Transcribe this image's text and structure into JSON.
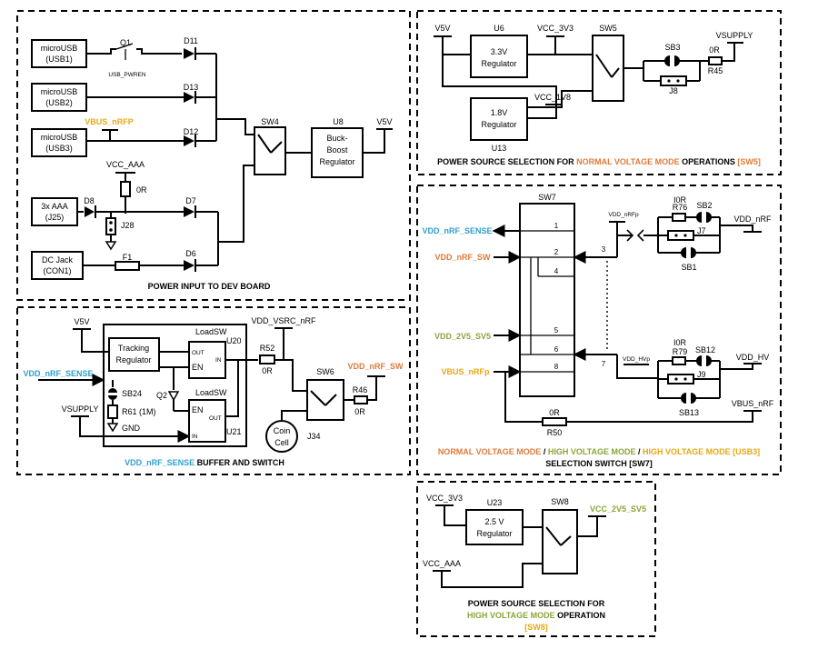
{
  "power_input": {
    "usb1": {
      "line1": "microUSB",
      "line2": "(USB1)"
    },
    "usb2": {
      "line1": "microUSB",
      "line2": "(USB2)"
    },
    "usb3": {
      "line1": "microUSB",
      "line2": "(USB3)"
    },
    "aaa": {
      "line1": "3x AAA",
      "line2": "(J25)"
    },
    "dcjack": {
      "line1": "DC Jack",
      "line2": "(CON1)"
    },
    "q1": "Q1",
    "q1_ctrl": "USB_PWREN",
    "d11": "D11",
    "d13": "D13",
    "d12": "D12",
    "d8": "D8",
    "d7": "D7",
    "d6": "D6",
    "f1": "F1",
    "vbus_nrfp": "VBUS_nRFP",
    "vcc_aaa": "VCC_AAA",
    "r_0r": "0R",
    "j28": "J28",
    "sw4": "SW4",
    "u8": "U8",
    "u8_l1": "Buck-",
    "u8_l2": "Boost",
    "u8_l3": "Regulator",
    "v5v": "V5V",
    "title": "POWER INPUT TO DEV BOARD"
  },
  "normal": {
    "v5v": "V5V",
    "u6": "U6",
    "u6_l1": "3.3V",
    "u6_l2": "Regulator",
    "vcc_3v3": "VCC_3V3",
    "sw5": "SW5",
    "u13": "U13",
    "u13_l1": "1.8V",
    "u13_l2": "Regulator",
    "vcc_1v8": "VCC_1V8",
    "sb3": "SB3",
    "j8": "J8",
    "r45_val": "0R",
    "r45": "R45",
    "vsupply": "VSUPPLY",
    "title_a": "POWER SOURCE SELECTION FOR ",
    "title_b": "NORMAL VOLTAGE MODE",
    "title_c": " OPERATIONS ",
    "title_d": "[SW5]"
  },
  "sw7": {
    "name": "SW7",
    "p1": "1",
    "p2": "2",
    "p3": "3",
    "p4": "4",
    "p5": "5",
    "p6": "6",
    "p7": "7",
    "p8": "8",
    "vdd_sense": "VDD_nRF_SENSE",
    "vdd_sw": "VDD_nRF_SW",
    "vdd_2v5": "VDD_2V5_SV5",
    "vbus": "VBUS_nRFp",
    "r50_val": "0R",
    "r50": "R50",
    "vbus_out": "VBUS_nRF",
    "vdd_nrfp": "VDD_nRFp",
    "r76_val": "I0R",
    "r76": "R76",
    "sb2": "SB2",
    "j7": "J7",
    "sb1": "SB1",
    "vdd_nrf": "VDD_nRF",
    "vdd_hvp": "VDD_HVp",
    "r79_val": "I0R",
    "r79": "R79",
    "sb12": "SB12",
    "j9": "J9",
    "sb13": "SB13",
    "vdd_hv": "VDD_HV",
    "title_a": "NORMAL VOLTAGE MODE",
    "sep": " / ",
    "title_b": "HIGH VOLTAGE MODE",
    "sep2": " / ",
    "title_c": "HIGH VOLTAGE MODE [USB3]",
    "title_2": "SELECTION SWITCH [SW7]"
  },
  "buffer": {
    "v5v": "V5V",
    "tr_l1": "Tracking",
    "tr_l2": "Regulator",
    "loadsw": "LoadSW",
    "out": "OUT",
    "en": "EN",
    "in": "IN",
    "u20": "U20",
    "q2": "Q2",
    "loadsw2": "LoadSW",
    "en2": "EN",
    "out2": "OUT",
    "in2": "IN",
    "u21": "U21",
    "vdd_sense": "VDD_nRF_SENSE",
    "sb24": "SB24",
    "r61": "R61 (1M)",
    "gnd": "GND",
    "vsupply": "VSUPPLY",
    "vdd_vsrc": "VDD_VSRC_nRF",
    "r52": "R52",
    "r52_val": "0R",
    "sw6": "SW6",
    "coin_l1": "Coin",
    "coin_l2": "Cell",
    "j34": "J34",
    "r46": "R46",
    "r46_val": "0R",
    "vdd_sw": "VDD_nRF_SW",
    "title_a": "VDD_nRF_SENSE",
    "title_b": " BUFFER AND SWITCH"
  },
  "hv": {
    "vcc_3v3": "VCC_3V3",
    "u23": "U23",
    "u23_l1": "2.5 V",
    "u23_l2": "Regulator",
    "sw8": "SW8",
    "vcc_2v5": "VCC_2V5_SV5",
    "vcc_aaa": "VCC_AAA",
    "title_1": "POWER SOURCE SELECTION FOR",
    "title_2a": "HIGH VOLTAGE MODE",
    "title_2b": " OPERATION",
    "title_3": "[SW8]"
  },
  "colors": {
    "orange": "#e07b39",
    "blue": "#2f9fd0",
    "green": "#8aa63a",
    "gold": "#e6a817"
  }
}
